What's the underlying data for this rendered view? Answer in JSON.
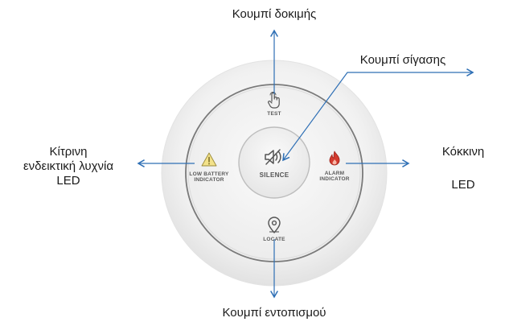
{
  "callouts": {
    "test_button": "Κουμπί δοκιμής",
    "silence_button": "Κουμπί σίγασης",
    "yellow_led": [
      "Κίτρινη",
      "ενδεικτική λυχνία",
      "LED"
    ],
    "red_led": [
      "Κόκκινη",
      "LED"
    ],
    "locate_button": "Κουμπί εντοπισμού"
  },
  "device": {
    "test_label": "TEST",
    "silence_label": "SILENCE",
    "locate_label": "LOCATE",
    "low_battery_label": [
      "LOW BATTERY",
      "INDICATOR"
    ],
    "alarm_label": [
      "ALARM",
      "INDICATOR"
    ]
  },
  "colors": {
    "arrow": "#2e6fb5",
    "yellow_led": "#e8c94a",
    "red_led": "#c0392b",
    "ring": "#7a7a7a"
  },
  "icons": {
    "test": "hand-pointer-icon",
    "silence": "speaker-muted-icon",
    "locate": "location-pin-icon",
    "low_battery": "warning-triangle-icon",
    "alarm": "flame-icon"
  }
}
